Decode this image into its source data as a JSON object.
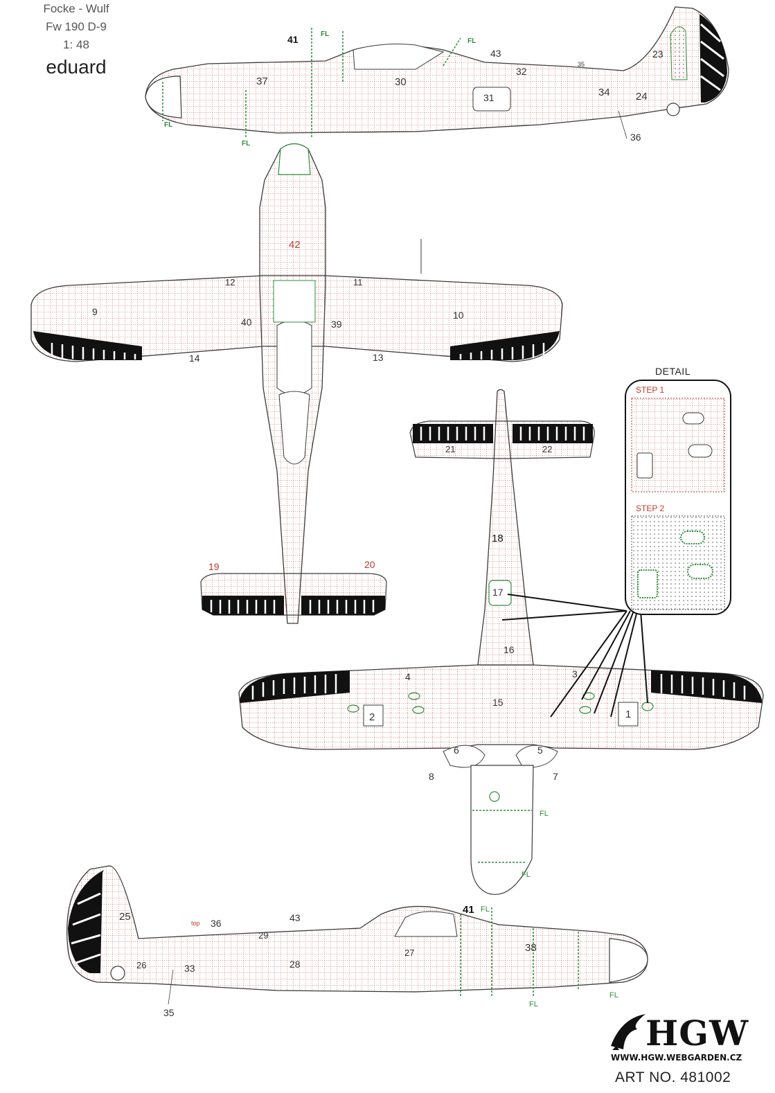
{
  "header": {
    "line1": "Focke - Wulf",
    "line2": "Fw 190 D-9",
    "line3": "1: 48",
    "brand": "eduard"
  },
  "detail": {
    "caption": "DETAIL",
    "step1": "STEP 1",
    "step2": "STEP 2"
  },
  "footer": {
    "logo": "HGW",
    "url": "WWW.HGW.WEBGARDEN.CZ",
    "art_no": "ART NO. 481002"
  },
  "side_left": {
    "part_labels": [
      "41",
      "37",
      "30",
      "43",
      "32",
      "35",
      "31",
      "34",
      "23",
      "24",
      "36"
    ],
    "fold_labels": [
      "FL",
      "FL",
      "FL",
      "FL"
    ]
  },
  "top_view": {
    "part_labels": [
      "42",
      "12",
      "11",
      "9",
      "40",
      "39",
      "10",
      "14",
      "13",
      "19",
      "20"
    ]
  },
  "bottom_view": {
    "part_labels": [
      "21",
      "22",
      "18",
      "17",
      "16",
      "4",
      "3",
      "15",
      "2",
      "1",
      "6",
      "5",
      "8",
      "7"
    ],
    "fold_labels": [
      "FL",
      "FL"
    ]
  },
  "side_right": {
    "part_labels": [
      "25",
      "36",
      "43",
      "41",
      "29",
      "38",
      "26",
      "33",
      "28",
      "27",
      "35"
    ],
    "fold_labels": [
      "FL",
      "FL",
      "FL"
    ],
    "top_mark": "top"
  },
  "colors": {
    "outline": "#3a3a3a",
    "panel_red": "#c0392b",
    "fold_green": "#2e8b3a",
    "black_fill": "#111111",
    "label_dark": "#333333",
    "label_red": "#c0392b",
    "label_green": "#2e8b3a"
  }
}
